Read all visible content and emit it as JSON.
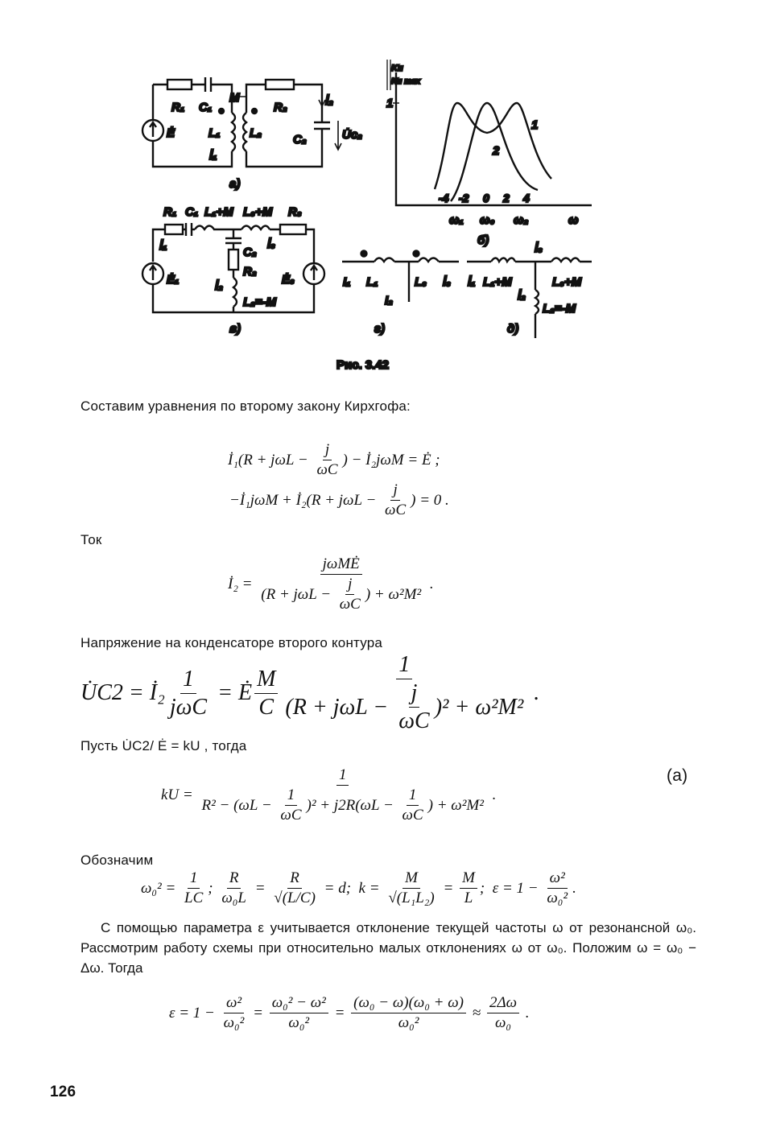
{
  "figure": {
    "caption": "Рис. 3.42",
    "a": {
      "R1": "R₁",
      "C1": "C₁",
      "M": "M",
      "R2": "R₂",
      "I2": "İ₂",
      "E": "Ė",
      "L1": "L₁",
      "L2": "L₂",
      "C2": "C₂",
      "UC2": "U̇c₂",
      "I1": "İ₁",
      "label": "а)"
    },
    "b": {
      "ylabel_num": "Ku",
      "ylabel_den": "Ku max",
      "ytick": "1",
      "xticks": [
        "-4",
        "-2",
        "0",
        "2",
        "4"
      ],
      "w1": "ω₁",
      "w0": "ω₀",
      "w2": "ω₂",
      "w": "ω",
      "curve1": "1",
      "curve2": "2",
      "label": "б)"
    },
    "c": {
      "R1": "R₁",
      "C1": "C₁",
      "L1M": "L₁+M",
      "L3M": "L₃+M",
      "R3": "R₃",
      "I1": "İ₁",
      "E1": "Ė₁",
      "C2": "C₂",
      "R2": "R₂",
      "I3": "İ₃",
      "E3": "Ė₃",
      "I2": "İ₂",
      "L2": "L₂=-M",
      "label": "в)"
    },
    "d": {
      "I1": "I₁",
      "L1": "L₁",
      "I2": "I₂",
      "L3": "L₃",
      "I3": "İ₃",
      "label": "г)"
    },
    "e": {
      "I1": "İ₁",
      "L1M": "L₁+M",
      "I3": "İ₃",
      "L3M": "L₃+M",
      "I2": "İ₂",
      "L2": "L₂=-M",
      "label": "д)"
    }
  },
  "text": {
    "kirchhoff_intro": "Составим уравнения по второму закону Кирхгофа:",
    "current": "Ток",
    "voltage_intro": "Напряжение на конденсаторе второго контура",
    "let": "Пусть U̇C2/ Ė = kU , тогда",
    "eq_tag": "(а)",
    "denote": "Обозначим",
    "paragraph": "С помощью параметра ε учитывается отклонение текущей частоты ω от резонансной ω₀. Рассмотрим работу схемы при относительно малых отклонениях ω от ω₀. Положим ω = ω₀ − Δω. Тогда",
    "page_number": "126"
  },
  "equations": {
    "eq1": [
      "İ₁(R + jωL − ",
      {
        "f": [
          [
            "j"
          ],
          [
            "ωC"
          ]
        ]
      },
      ") − İ₂jωM = Ė ;"
    ],
    "eq2": [
      "−İ₁jωM + İ₂(R + jωL − ",
      {
        "f": [
          [
            "j"
          ],
          [
            "ωC"
          ]
        ]
      },
      ") = 0 ."
    ],
    "eq3": [
      "İ₂ = ",
      {
        "f": [
          [
            "jωMĖ"
          ],
          [
            "(R + jωL − ",
            {
              "f": [
                [
                  "j"
                ],
                [
                  "ωC"
                ]
              ]
            },
            ") + ω²M²"
          ]
        ]
      },
      " ."
    ],
    "eq4": [
      "U̇C2 = İ₂",
      {
        "f": [
          [
            "1"
          ],
          [
            "jωC"
          ]
        ]
      },
      " = Ė",
      {
        "f": [
          [
            "M"
          ],
          [
            "C"
          ]
        ]
      },
      {
        "f": [
          [
            "1"
          ],
          [
            "(R + jωL − ",
            {
              "f": [
                [
                  "j"
                ],
                [
                  "ωC"
                ]
              ]
            },
            ")² + ω²M²"
          ]
        ]
      },
      " ."
    ],
    "eq6": [
      "kU = ",
      {
        "f": [
          [
            "1"
          ],
          [
            "R² − (ωL − ",
            {
              "f": [
                [
                  "1"
                ],
                [
                  "ωC"
                ]
              ]
            },
            ")² + j2R(ωL − ",
            {
              "f": [
                [
                  "1"
                ],
                [
                  "ωC"
                ]
              ]
            },
            ") + ω²M²"
          ]
        ]
      },
      " ."
    ],
    "eq7": [
      "ω₀² = ",
      {
        "f": [
          [
            "1"
          ],
          [
            "LC"
          ]
        ]
      },
      "; ",
      {
        "f": [
          [
            "R"
          ],
          [
            "ω₀L"
          ]
        ]
      },
      " = ",
      {
        "f": [
          [
            "R"
          ],
          [
            "√(L/C)"
          ]
        ]
      },
      " = d;  k = ",
      {
        "f": [
          [
            "M"
          ],
          [
            "√(L₁L₂)"
          ]
        ]
      },
      " = ",
      {
        "f": [
          [
            "M"
          ],
          [
            "L"
          ]
        ]
      },
      ";  ε = 1 − ",
      {
        "f": [
          [
            "ω²"
          ],
          [
            "ω₀²"
          ]
        ]
      },
      "."
    ],
    "eq8": [
      "ε = 1 − ",
      {
        "f": [
          [
            "ω²"
          ],
          [
            "ω₀²"
          ]
        ]
      },
      " = ",
      {
        "f": [
          [
            "ω₀² − ω²"
          ],
          [
            "ω₀²"
          ]
        ]
      },
      " = ",
      {
        "f": [
          [
            "(ω₀ − ω)(ω₀ + ω)"
          ],
          [
            "ω₀²"
          ]
        ]
      },
      " ≈ ",
      {
        "f": [
          [
            "2Δω"
          ],
          [
            "ω₀"
          ]
        ]
      },
      " ."
    ]
  }
}
